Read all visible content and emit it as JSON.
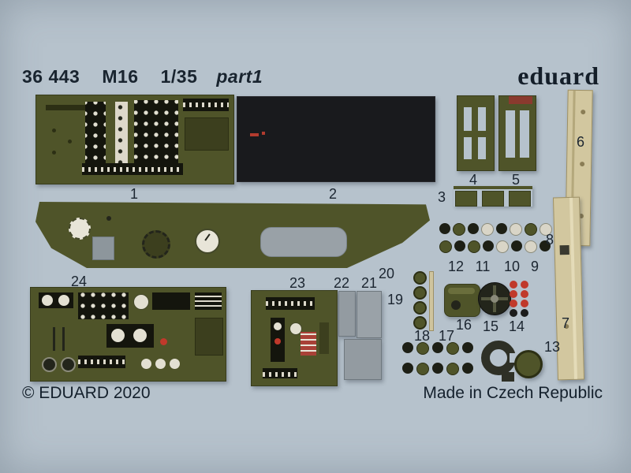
{
  "header": {
    "catalog_number": "36 443",
    "model": "M16",
    "scale": "1/35",
    "edition": "part1",
    "brand": "eduard"
  },
  "footer": {
    "copyright": "© EDUARD 2020",
    "origin": "Made in Czech Republic"
  },
  "part_labels": {
    "p1": "1",
    "p2": "2",
    "p3": "3",
    "p4": "4",
    "p5": "5",
    "p6": "6",
    "p7": "7",
    "p8": "8",
    "p9": "9",
    "p10": "10",
    "p11": "11",
    "p12": "12",
    "p13": "13",
    "p14": "14",
    "p15": "15",
    "p16": "16",
    "p17": "17",
    "p18": "18",
    "p19": "19",
    "p20": "20",
    "p21": "21",
    "p22": "22",
    "p23": "23",
    "p24": "24"
  },
  "colors": {
    "background": "#b6c2cc",
    "brass_olive": "#4f5429",
    "dark_fret": "#191a1d",
    "tan_strip": "#d2c79f",
    "gray_part": "#939ba1",
    "text": "#19242f",
    "red_detail": "#c0392b"
  }
}
